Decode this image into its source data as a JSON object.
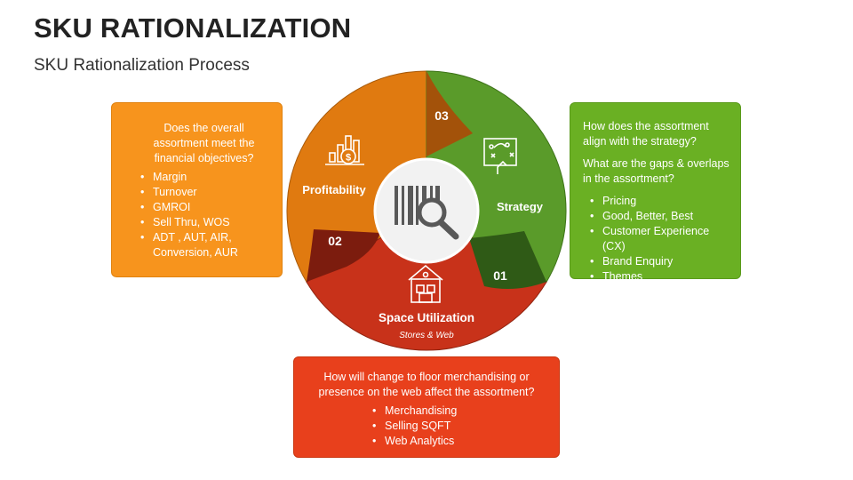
{
  "title": "SKU RATIONALIZATION",
  "subtitle": "SKU Rationalization Process",
  "colors": {
    "orange": "#e07a10",
    "green": "#5a9b2a",
    "red": "#c8321a"
  },
  "left_box": {
    "question": "Does the overall assortment meet the financial objectives?",
    "items": [
      "Margin",
      "Turnover",
      "GMROI",
      "Sell Thru, WOS",
      "ADT , AUT, AIR, Conversion, AUR"
    ]
  },
  "right_box": {
    "question1": "How does the assortment align with the strategy?",
    "question2": "What are the gaps & overlaps in the assortment?",
    "items": [
      "Pricing",
      "Good, Better, Best",
      "Customer Experience (CX)",
      "Brand Enquiry",
      "Themes"
    ]
  },
  "bottom_box": {
    "question": "How will change to floor merchandising or presence on the web affect the assortment?",
    "items": [
      "Merchandising",
      "Selling SQFT",
      "Web Analytics"
    ]
  },
  "cycle": {
    "profitability": {
      "label": "Profitability",
      "number": "03",
      "icon": "money-chart-icon"
    },
    "strategy": {
      "label": "Strategy",
      "number": "01",
      "icon": "strategy-board-icon"
    },
    "space": {
      "label": "Space Utilization",
      "sublabel": "Stores & Web",
      "number": "02",
      "icon": "store-icon"
    },
    "center_icon": "barcode-search-icon"
  }
}
